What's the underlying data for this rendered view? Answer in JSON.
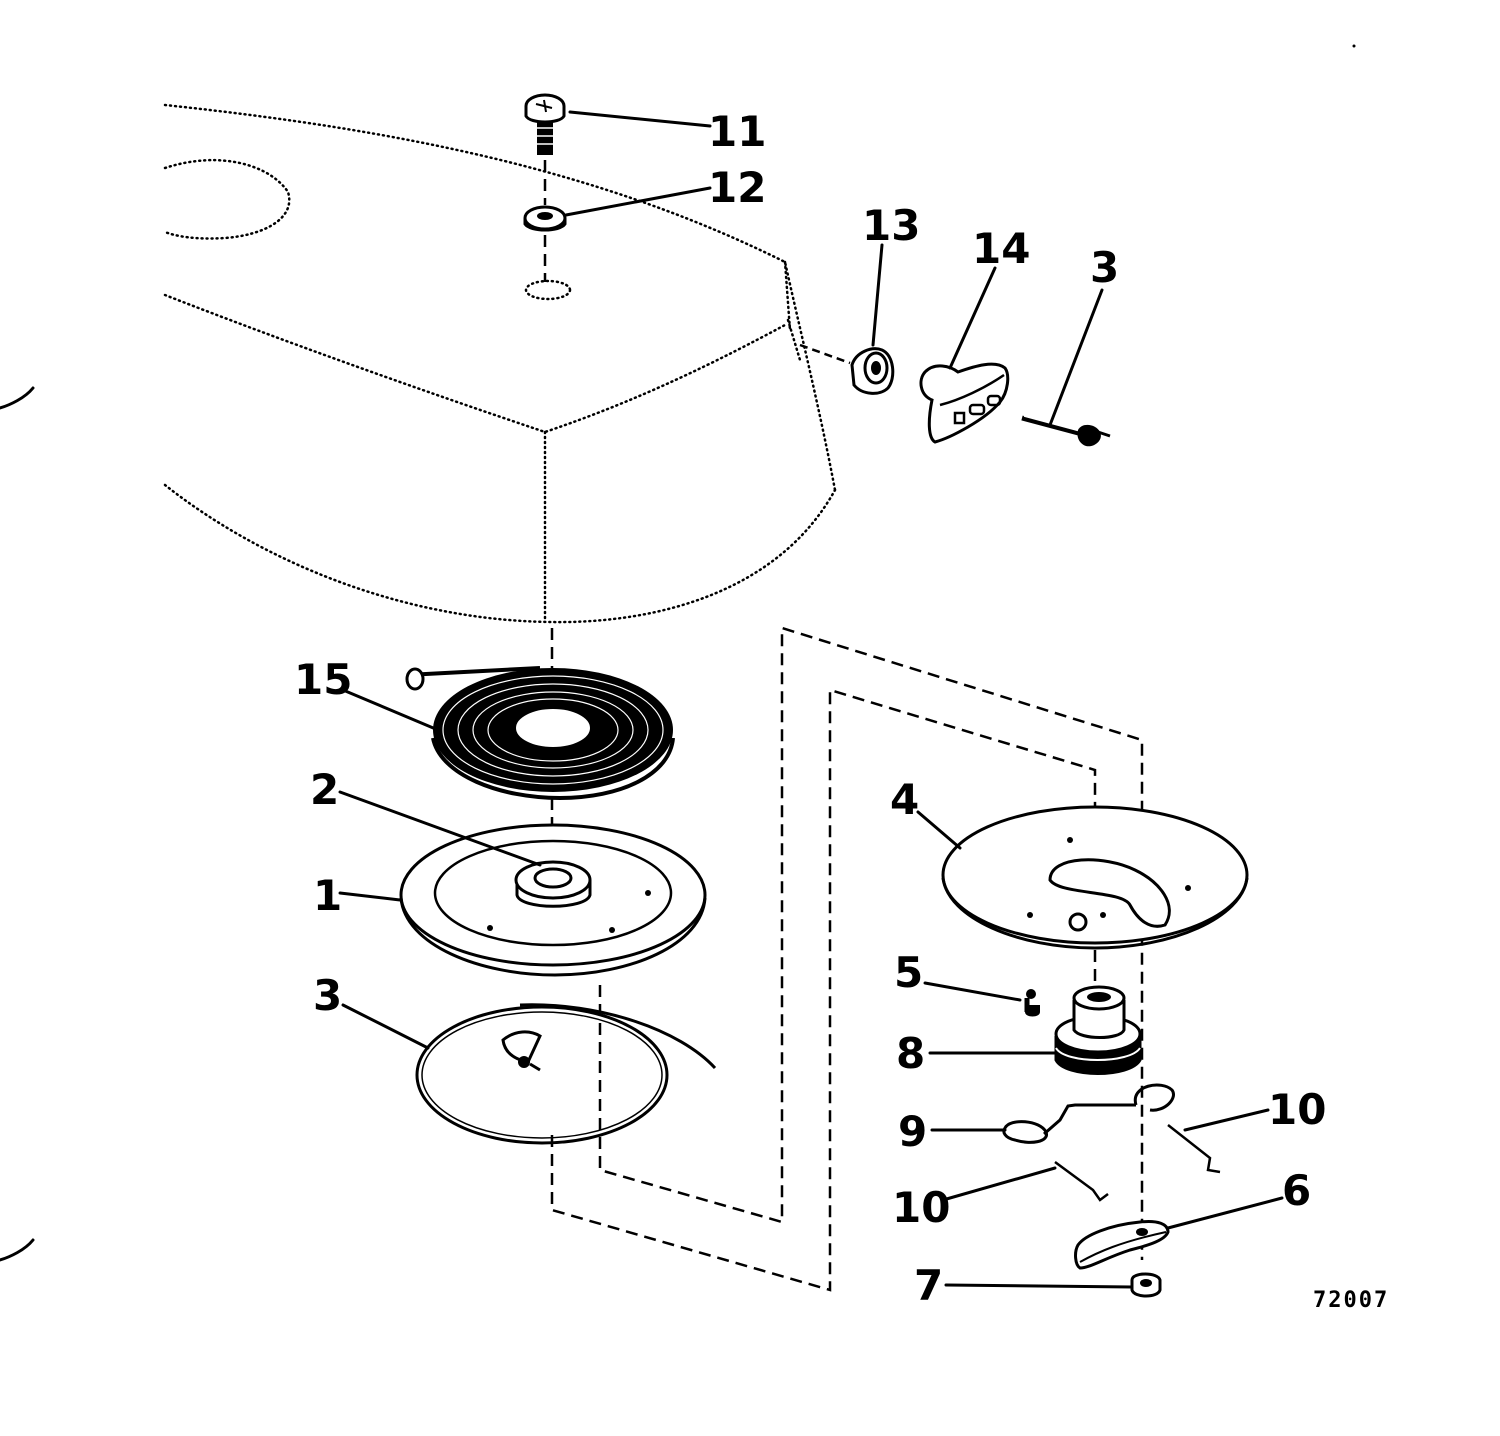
{
  "figure_number": "72007",
  "callouts": [
    {
      "id": "11",
      "label": "11"
    },
    {
      "id": "12",
      "label": "12"
    },
    {
      "id": "13",
      "label": "13"
    },
    {
      "id": "14",
      "label": "14"
    },
    {
      "id": "3a",
      "label": "3"
    },
    {
      "id": "15",
      "label": "15"
    },
    {
      "id": "2",
      "label": "2"
    },
    {
      "id": "1",
      "label": "1"
    },
    {
      "id": "3b",
      "label": "3"
    },
    {
      "id": "4",
      "label": "4"
    },
    {
      "id": "5",
      "label": "5"
    },
    {
      "id": "8",
      "label": "8"
    },
    {
      "id": "9",
      "label": "9"
    },
    {
      "id": "10a",
      "label": "10"
    },
    {
      "id": "10b",
      "label": "10"
    },
    {
      "id": "6",
      "label": "6"
    },
    {
      "id": "7",
      "label": "7"
    }
  ]
}
